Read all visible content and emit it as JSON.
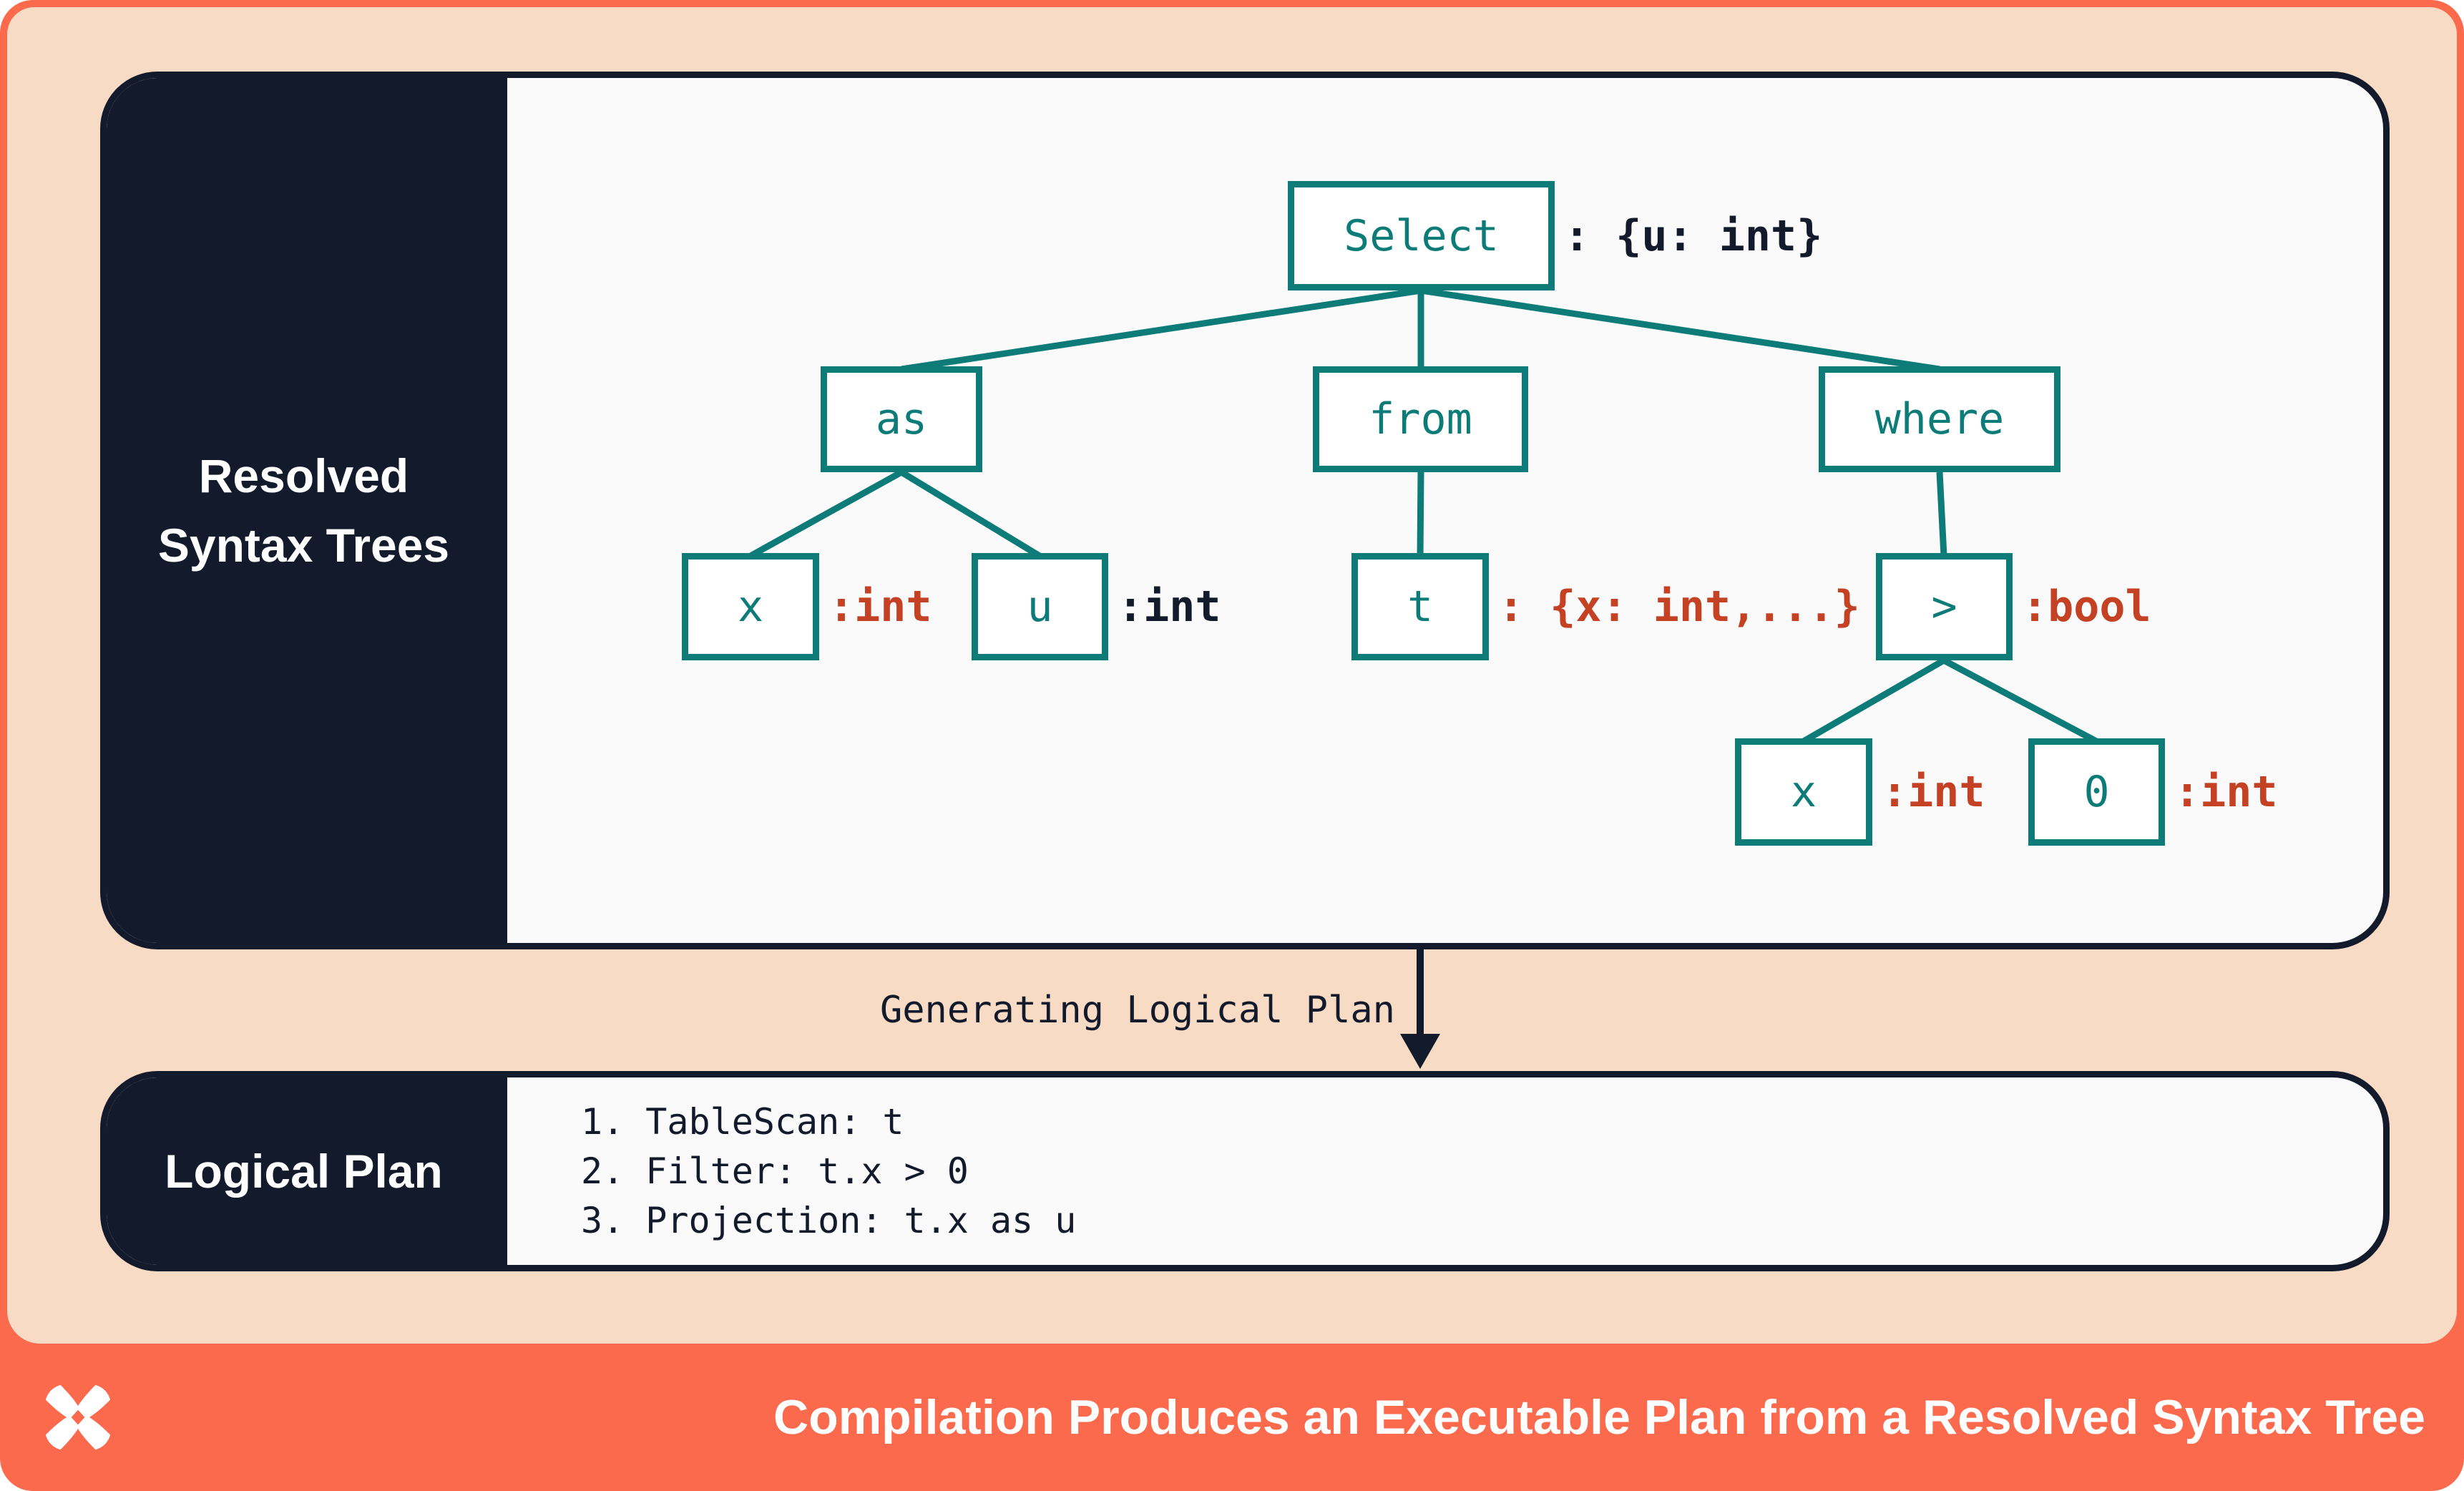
{
  "colors": {
    "coral": "#FB6A4D",
    "peach": "#F8DBC4",
    "navy": "#131A2B",
    "teal": "#0D7C79",
    "type_red": "#C54124",
    "panel_bg": "#FAFAFA"
  },
  "resolved_panel": {
    "title_line1": "Resolved",
    "title_line2": "Syntax Trees",
    "nodes": {
      "select": {
        "label": "Select",
        "type": ": {u: int}"
      },
      "as": {
        "label": "as"
      },
      "from": {
        "label": "from"
      },
      "where": {
        "label": "where"
      },
      "x1": {
        "label": "x",
        "type": ":int"
      },
      "u": {
        "label": "u",
        "type": ":int"
      },
      "t": {
        "label": "t",
        "type": ": {x: int,...}"
      },
      "gt": {
        "label": ">",
        "type": ":bool"
      },
      "x2": {
        "label": "x",
        "type": ":int"
      },
      "zero": {
        "label": "0",
        "type": ":int"
      }
    }
  },
  "transition": {
    "label": "Generating Logical Plan",
    "arrow_icon": "arrow-down-icon"
  },
  "logical_plan_panel": {
    "title": "Logical Plan",
    "steps": [
      "1. TableScan: t",
      "2. Filter: t.x > 0",
      "3. Projection: t.x as u"
    ]
  },
  "footer": {
    "logo_icon": "x-mark-logo",
    "title": "Compilation Produces an Executable Plan from a Resolved Syntax Tree"
  }
}
